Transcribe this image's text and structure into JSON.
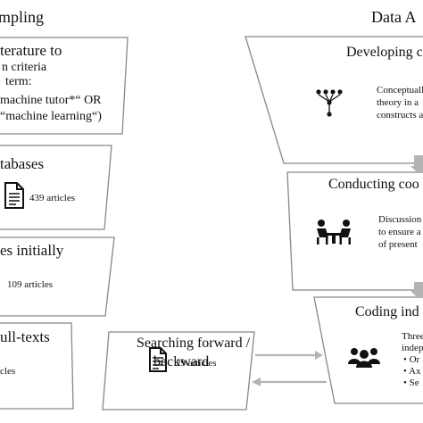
{
  "headers": {
    "left": "mpling",
    "right": "Data A"
  },
  "left_steps": [
    {
      "title": "terature to",
      "lines": [
        "n criteria",
        "term:",
        "machine tutor*“ OR",
        "“machine learning“)"
      ]
    },
    {
      "title": "tabases",
      "count": "439 articles"
    },
    {
      "title": "es initially",
      "count": "109 articles"
    },
    {
      "title": "ull-texts",
      "count": "cles"
    }
  ],
  "middle_step": {
    "title_line1": "Searching forward /",
    "title_line2": "backward",
    "count": "29 articles"
  },
  "right_steps": [
    {
      "title": "Developing c",
      "lines": [
        "Conceptuall",
        "theory in a",
        "constructs a"
      ]
    },
    {
      "title": "Conducting coo",
      "lines": [
        "Discussion",
        "to ensure a",
        "of present"
      ]
    },
    {
      "title": "Coding ind",
      "lines": [
        "Three",
        "indep",
        "Or",
        "Ax",
        "Se"
      ]
    }
  ],
  "icons": {
    "document": "document-icon",
    "hierarchy": "hierarchy-icon",
    "meeting": "meeting-icon",
    "group": "group-icon"
  },
  "colors": {
    "box_border": "#888888",
    "arrow": "#b4b4b4",
    "text": "#111111"
  }
}
